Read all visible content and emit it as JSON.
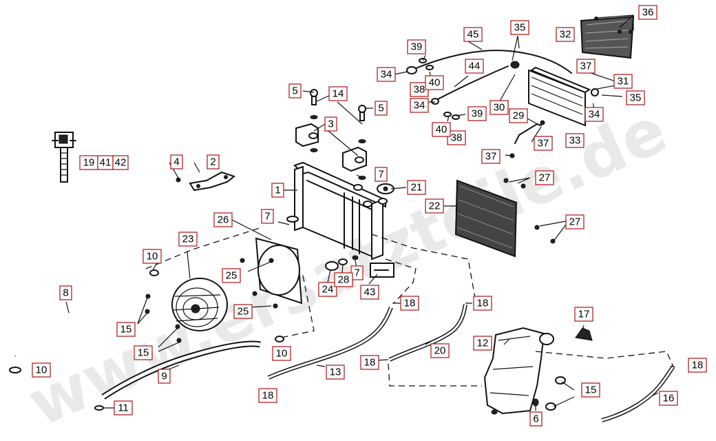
{
  "watermark": "www.ersatzteile.de",
  "callouts": {
    "c1": "1",
    "c2": "2",
    "c3": "3",
    "c4": "4",
    "c5a": "5",
    "c5b": "5",
    "c6": "6",
    "c7a": "7",
    "c7b": "7",
    "c7c": "7",
    "c8": "8",
    "c9": "9",
    "c10a": "10",
    "c10b": "10",
    "c10c": "10",
    "c11": "11",
    "c12": "12",
    "c13": "13",
    "c14": "14",
    "c15a": "15",
    "c15b": "15",
    "c15c": "15",
    "c16": "16",
    "c17": "17",
    "c18a": "18",
    "c18b": "18",
    "c18c": "18",
    "c18d": "18",
    "c18e": "18",
    "c19": "19",
    "c20": "20",
    "c21": "21",
    "c22": "22",
    "c23": "23",
    "c24": "24",
    "c25a": "25",
    "c25b": "25",
    "c26": "26",
    "c27a": "27",
    "c27b": "27",
    "c28": "28",
    "c29": "29",
    "c30": "30",
    "c31": "31",
    "c32": "32",
    "c33": "33",
    "c34a": "34",
    "c34b": "34",
    "c34c": "34",
    "c35a": "35",
    "c35b": "35",
    "c36": "36",
    "c37a": "37",
    "c37b": "37",
    "c37c": "37",
    "c38a": "38",
    "c38b": "38",
    "c39a": "39",
    "c39b": "39",
    "c40a": "40",
    "c40b": "40",
    "c41": "41",
    "c42": "42",
    "c43": "43",
    "c44": "44",
    "c45": "45"
  }
}
